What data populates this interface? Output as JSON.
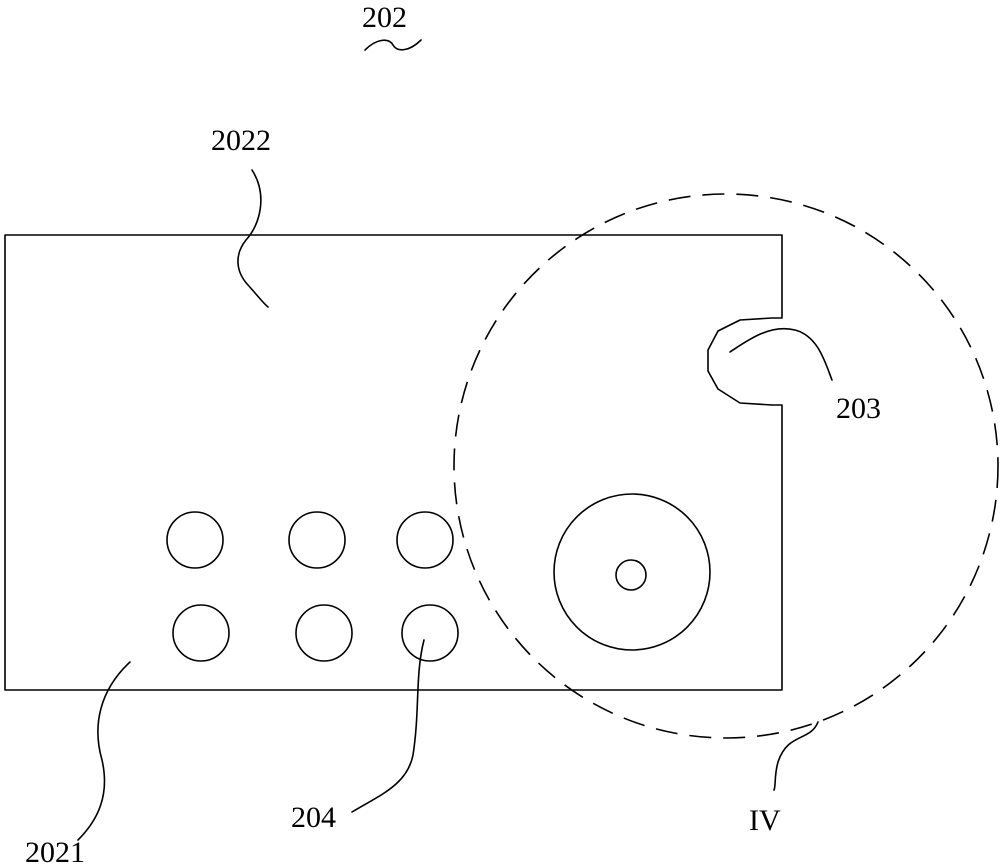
{
  "figure": {
    "assembly_label": "202",
    "labels": {
      "upper_region": "2022",
      "lower_region": "2021",
      "notch": "203",
      "hole": "204",
      "detail_view": "IV"
    },
    "hole_rows": 2,
    "holes_per_row": 3,
    "line_color": "#000000",
    "background_color": "#ffffff"
  }
}
